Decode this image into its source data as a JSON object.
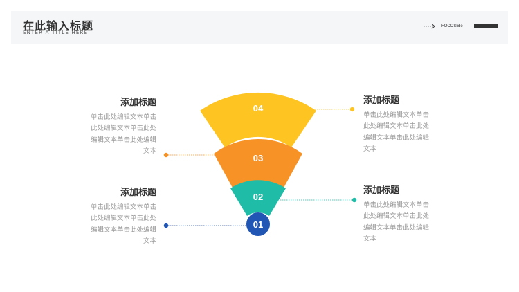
{
  "header": {
    "title": "在此输入标题",
    "subtitle": "ENTER A TITLE HERE",
    "brand": "FOCOSlide",
    "arrow_icon": "dotted-arrow-icon"
  },
  "funnel": {
    "layers": [
      {
        "label": "04",
        "color": "#FDC422"
      },
      {
        "label": "03",
        "color": "#F79326"
      },
      {
        "label": "02",
        "color": "#1FBCA8"
      },
      {
        "label": "01",
        "color": "#2256B5"
      }
    ]
  },
  "blocks": {
    "top_left": {
      "title": "添加标题",
      "body": "单击此处编辑文本单击此处编辑文本单击此处编辑文本单击此处编辑文本",
      "dot_color": "#F79326"
    },
    "bottom_left": {
      "title": "添加标题",
      "body": "单击此处编辑文本单击此处编辑文本单击此处编辑文本单击此处编辑文本",
      "dot_color": "#2256B5"
    },
    "top_right": {
      "title": "添加标题",
      "body": "单击此处编辑文本单击此处编辑文本单击此处编辑文本单击此处编辑文本",
      "dot_color": "#FDC422"
    },
    "bottom_right": {
      "title": "添加标题",
      "body": "单击此处编辑文本单击此处编辑文本单击此处编辑文本单击此处编辑文本",
      "dot_color": "#1FBCA8"
    }
  }
}
